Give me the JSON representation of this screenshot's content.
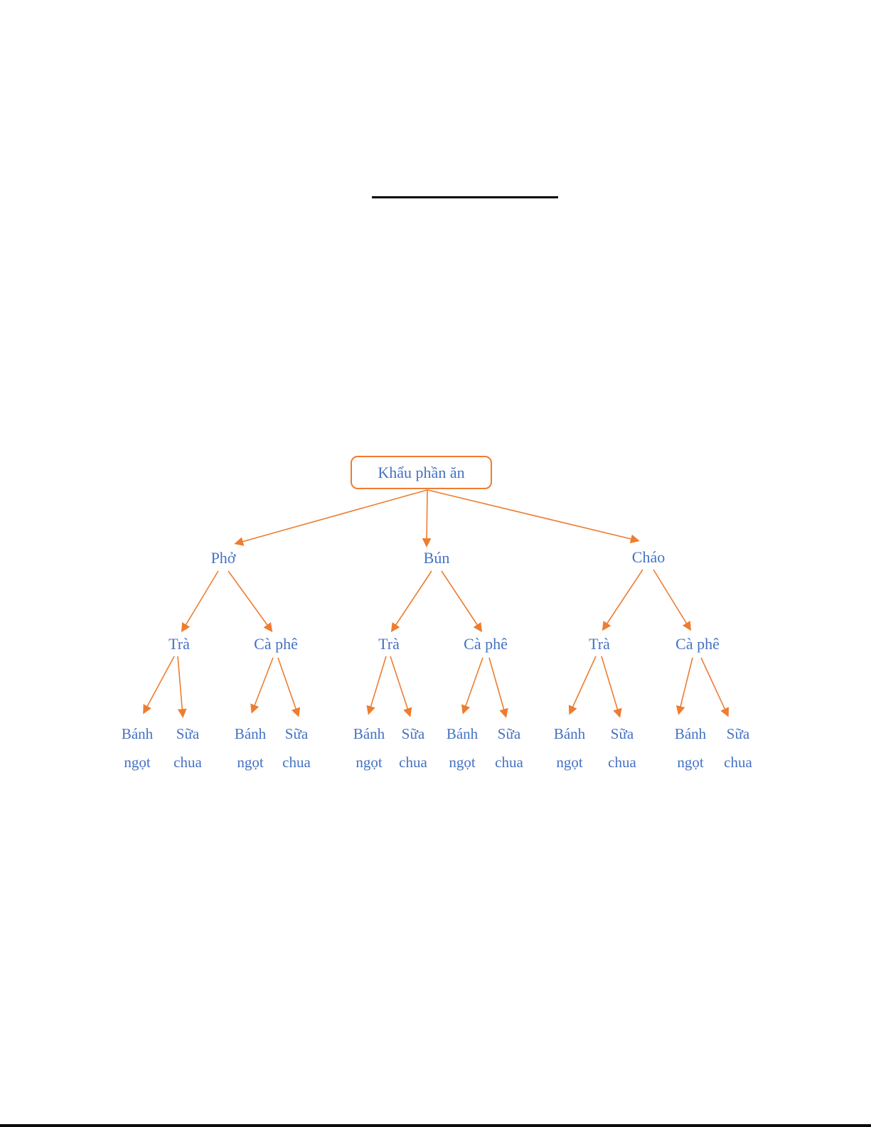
{
  "colors": {
    "accent_orange": "#ED7D31",
    "text_blue": "#4472C4",
    "rule_black": "#000000"
  },
  "tree": {
    "root": {
      "label": "Khẩu phần ăn"
    },
    "branches": [
      {
        "label": "Phở",
        "children": [
          {
            "label": "Trà",
            "children": [
              {
                "line1": "Bánh",
                "line2": "ngọt"
              },
              {
                "line1": "Sữa",
                "line2": "chua"
              }
            ]
          },
          {
            "label": "Cà phê",
            "children": [
              {
                "line1": "Bánh",
                "line2": "ngọt"
              },
              {
                "line1": "Sữa",
                "line2": "chua"
              }
            ]
          }
        ]
      },
      {
        "label": "Bún",
        "children": [
          {
            "label": "Trà",
            "children": [
              {
                "line1": "Bánh",
                "line2": "ngọt"
              },
              {
                "line1": "Sữa",
                "line2": "chua"
              }
            ]
          },
          {
            "label": "Cà phê",
            "children": [
              {
                "line1": "Bánh",
                "line2": "ngọt"
              },
              {
                "line1": "Sữa",
                "line2": "chua"
              }
            ]
          }
        ]
      },
      {
        "label": "Cháo",
        "children": [
          {
            "label": "Trà",
            "children": [
              {
                "line1": "Bánh",
                "line2": "ngọt"
              },
              {
                "line1": "Sữa",
                "line2": "chua"
              }
            ]
          },
          {
            "label": "Cà phê",
            "children": [
              {
                "line1": "Bánh",
                "line2": "ngọt"
              },
              {
                "line1": "Sữa",
                "line2": "chua"
              }
            ]
          }
        ]
      }
    ]
  }
}
